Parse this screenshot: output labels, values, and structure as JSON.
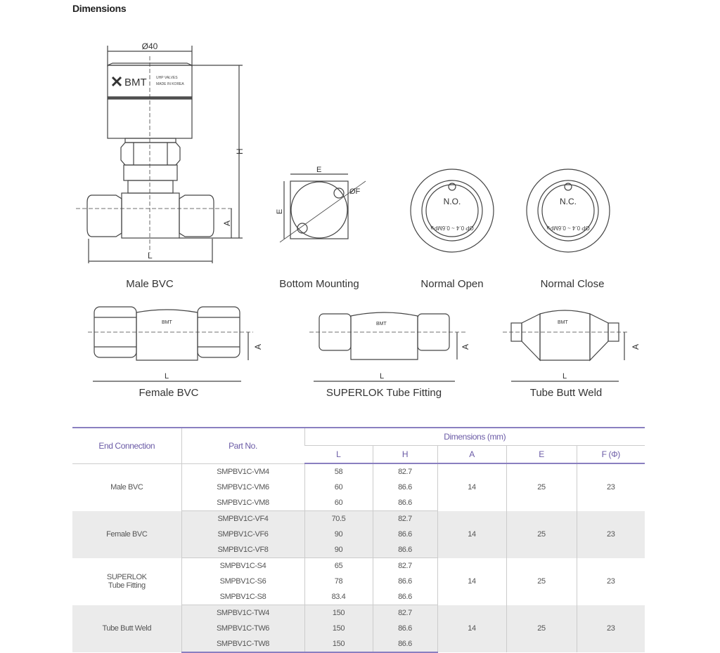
{
  "title": "Dimensions",
  "drawings": {
    "male_bvc": {
      "caption": "Male BVC",
      "dim_diameter": "Ø40",
      "dim_h": "H",
      "dim_a": "A",
      "dim_l": "L",
      "brand": "BMT",
      "marking_1": "UHP VALVES",
      "marking_2": "MADE IN KOREA"
    },
    "bottom_mounting": {
      "caption": "Bottom Mounting",
      "dim_e_top": "E",
      "dim_e_side": "E",
      "dim_f": "ØF"
    },
    "normal_open": {
      "caption": "Normal Open",
      "label": "N.O.",
      "pressure": "OP 0.4 ~ 0.6MPa"
    },
    "normal_close": {
      "caption": "Normal Close",
      "label": "N.C.",
      "pressure": "OP 0.4 ~ 0.6MPa"
    },
    "female_bvc": {
      "caption": "Female BVC",
      "dim_a": "A",
      "dim_l": "L",
      "brand": "BMT"
    },
    "superlok": {
      "caption": "SUPERLOK Tube Fitting",
      "dim_a": "A",
      "dim_l": "L",
      "brand": "BMT"
    },
    "butt_weld": {
      "caption": "Tube Butt Weld",
      "dim_a": "A",
      "dim_l": "L",
      "brand": "BMT"
    }
  },
  "table": {
    "headers": {
      "end_connection": "End Connection",
      "part_no": "Part No.",
      "dimensions": "Dimensions (mm)",
      "cols": [
        "L",
        "H",
        "A",
        "E",
        "F (Φ)"
      ]
    },
    "groups": [
      {
        "name": "Male BVC",
        "A": "14",
        "E": "25",
        "F": "23",
        "rows": [
          {
            "part": "SMPBV1C-VM4",
            "L": "58",
            "H": "82.7"
          },
          {
            "part": "SMPBV1C-VM6",
            "L": "60",
            "H": "86.6"
          },
          {
            "part": "SMPBV1C-VM8",
            "L": "60",
            "H": "86.6"
          }
        ]
      },
      {
        "name": "Female BVC",
        "A": "14",
        "E": "25",
        "F": "23",
        "rows": [
          {
            "part": "SMPBV1C-VF4",
            "L": "70.5",
            "H": "82.7"
          },
          {
            "part": "SMPBV1C-VF6",
            "L": "90",
            "H": "86.6"
          },
          {
            "part": "SMPBV1C-VF8",
            "L": "90",
            "H": "86.6"
          }
        ]
      },
      {
        "name": "SUPERLOK Tube Fitting",
        "A": "14",
        "E": "25",
        "F": "23",
        "rows": [
          {
            "part": "SMPBV1C-S4",
            "L": "65",
            "H": "82.7"
          },
          {
            "part": "SMPBV1C-S6",
            "L": "78",
            "H": "86.6"
          },
          {
            "part": "SMPBV1C-S8",
            "L": "83.4",
            "H": "86.6"
          }
        ]
      },
      {
        "name": "Tube Butt Weld",
        "A": "14",
        "E": "25",
        "F": "23",
        "rows": [
          {
            "part": "SMPBV1C-TW4",
            "L": "150",
            "H": "82.7"
          },
          {
            "part": "SMPBV1C-TW6",
            "L": "150",
            "H": "86.6"
          },
          {
            "part": "SMPBV1C-TW8",
            "L": "150",
            "H": "86.6"
          }
        ]
      }
    ]
  }
}
